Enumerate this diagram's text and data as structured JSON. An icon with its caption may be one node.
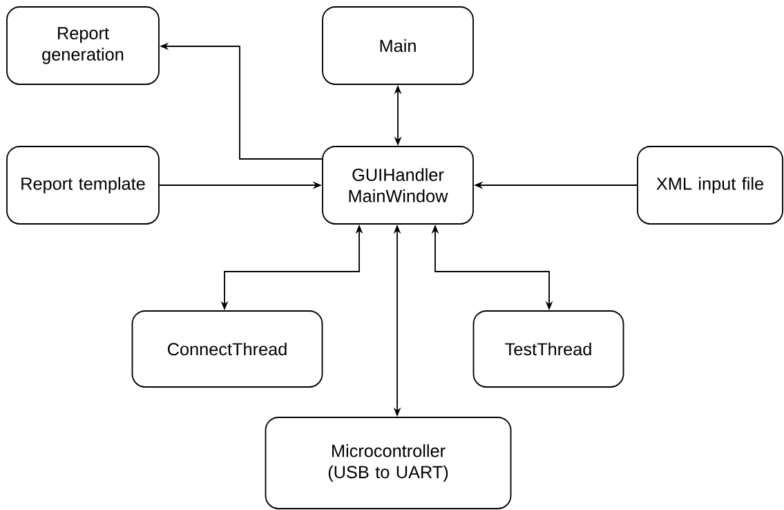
{
  "diagram": {
    "nodes": [
      {
        "text": [
          "Report generation"
        ]
      },
      {
        "text": [
          "Main"
        ]
      },
      {
        "text": [
          "Report template"
        ]
      },
      {
        "text": [
          "GUIHandler MainWindow"
        ]
      },
      {
        "text": [
          "XML input file"
        ]
      },
      {
        "text": [
          "ConnectThread"
        ]
      },
      {
        "text": [
          "TestThread"
        ]
      },
      {
        "text": [
          "Microcontroller (USB to UART)"
        ]
      }
    ],
    "edges": [
      {
        "from": 3,
        "to": 0,
        "arrow": "to"
      },
      {
        "from": 1,
        "to": 3,
        "arrow": "both"
      },
      {
        "from": 2,
        "to": 3,
        "arrow": "to"
      },
      {
        "from": 4,
        "to": 3,
        "arrow": "to"
      },
      {
        "from": 3,
        "to": 5,
        "arrow": "both"
      },
      {
        "from": 3,
        "to": 7,
        "arrow": "both"
      },
      {
        "from": 3,
        "to": 6,
        "arrow": "both"
      }
    ]
  }
}
